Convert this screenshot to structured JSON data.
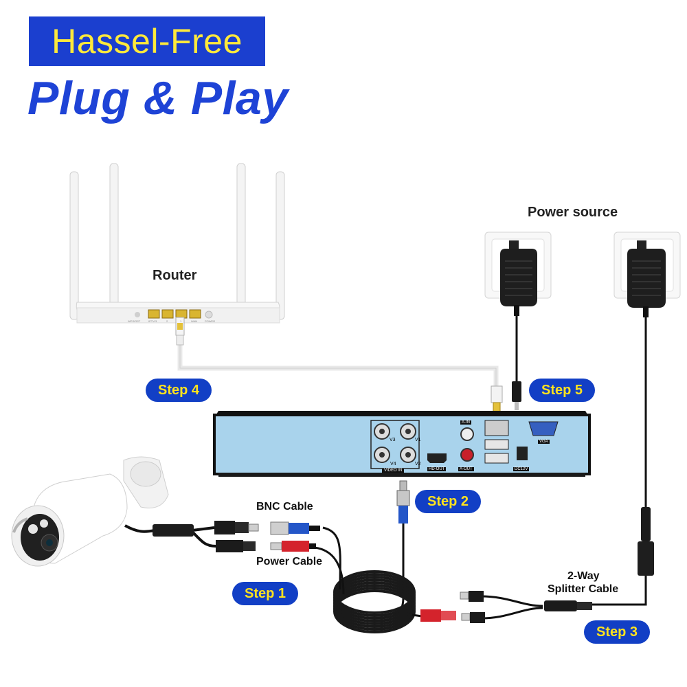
{
  "header": {
    "title": "Hassel-Free",
    "subtitle": "Plug & Play"
  },
  "labels": {
    "router": "Router",
    "power_source": "Power source",
    "bnc_cable": "BNC Cable",
    "power_cable": "Power Cable",
    "splitter_line1": "2-Way",
    "splitter_line2": "Splitter Cable"
  },
  "steps": {
    "step1": "Step 1",
    "step2": "Step 2",
    "step3": "Step 3",
    "step4": "Step 4",
    "step5": "Step 5"
  },
  "dvr_ports": {
    "v1": "V1",
    "v2": "V2",
    "v3": "V3",
    "v4": "V4",
    "video_in": "VIDEO IN",
    "hd_out": "HD-OUT",
    "a_in": "A-IN",
    "a_out": "A-OUT",
    "vga": "VGA",
    "dc12v": "DC12V"
  },
  "router_ports": {
    "wps": "WPS/RST",
    "iptv": "IPTV/3",
    "lan2": "2",
    "lan1": "1",
    "wan": "WAN",
    "power": "POWER"
  },
  "colors": {
    "title_bg": "#1b3fcf",
    "title_text": "#ffe93b",
    "subtitle": "#1e43d6",
    "pill_bg": "#123fc5",
    "pill_text": "#ffe21e",
    "dvr_face": "#a9d3ec"
  }
}
